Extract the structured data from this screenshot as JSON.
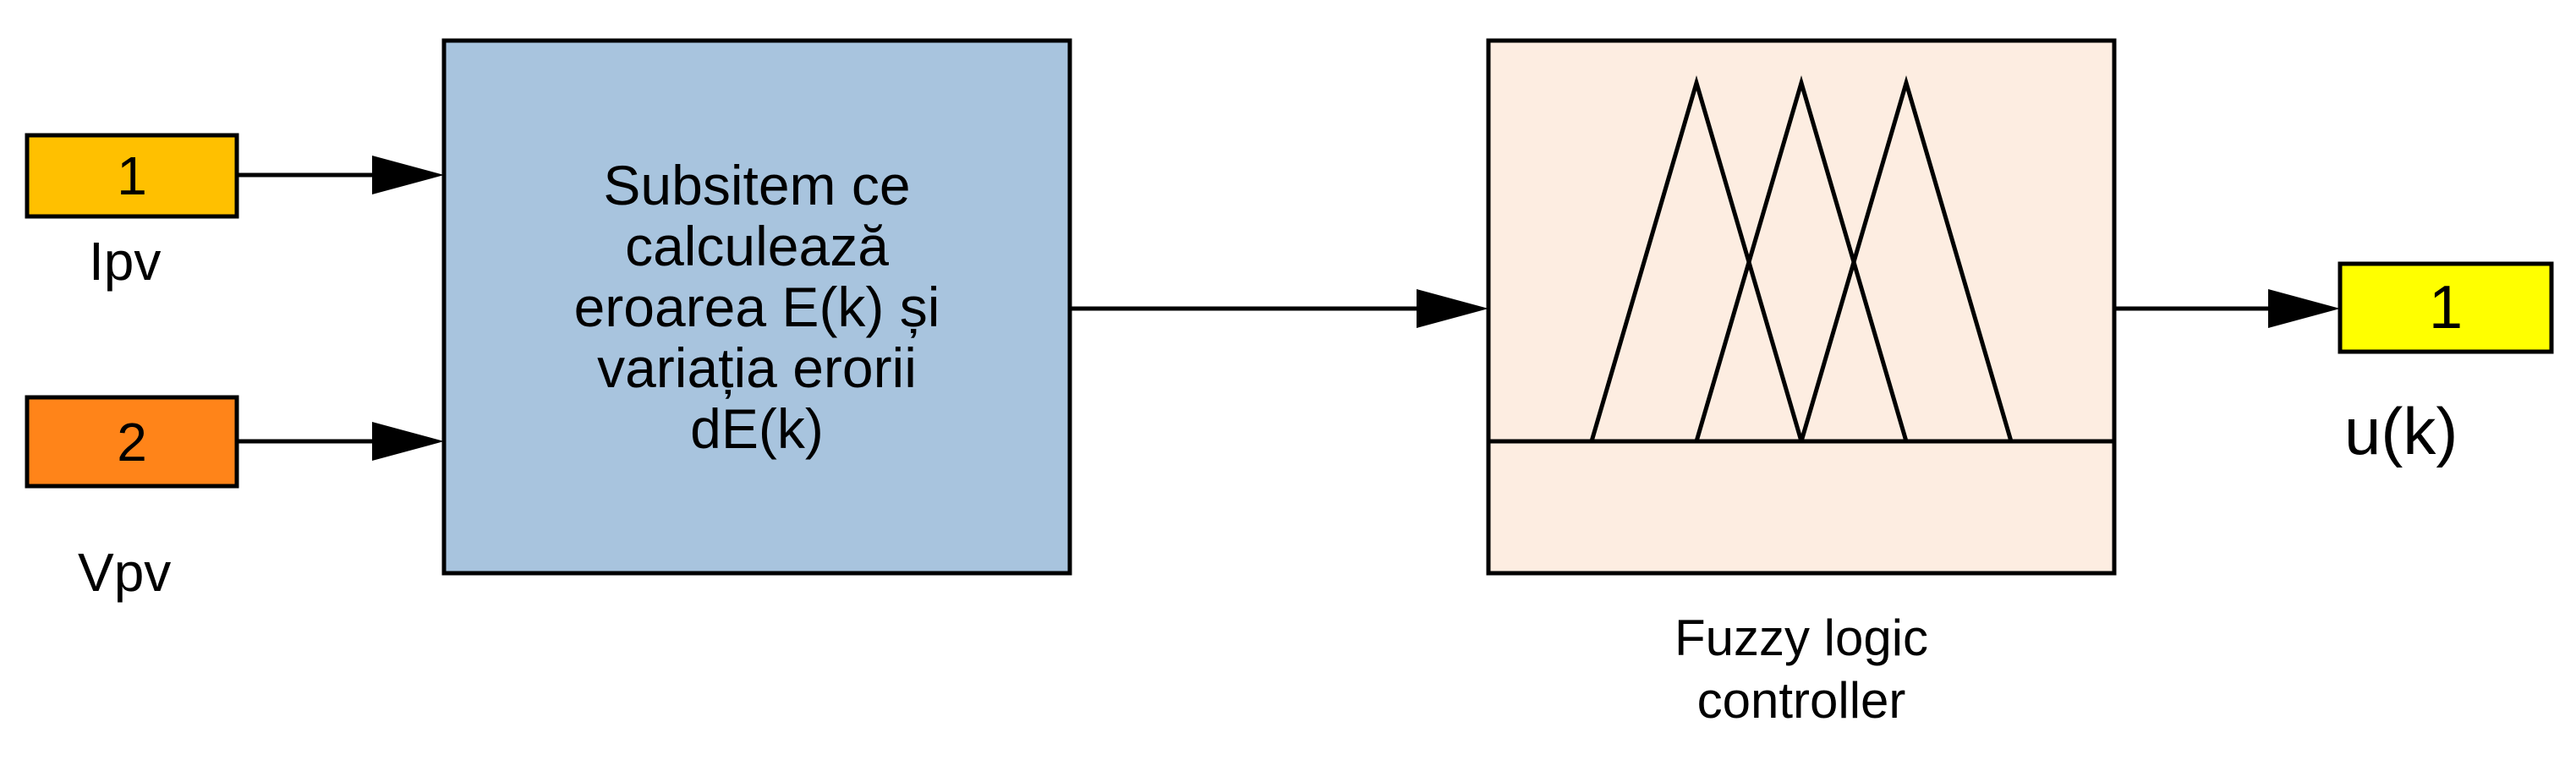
{
  "inputs": [
    {
      "number": "1",
      "label": "Ipv",
      "color": "#FFC000"
    },
    {
      "number": "2",
      "label": "Vpv",
      "color": "#FF8419"
    }
  ],
  "subsystem": {
    "lines": [
      "Subsitem ce",
      "calculează",
      "eroarea E(k) și",
      "variația erorii",
      "dE(k)"
    ],
    "color": "#A8C4DE"
  },
  "fuzzy_controller": {
    "caption_lines": [
      "Fuzzy logic",
      "controller"
    ],
    "color": "#FDEDE1"
  },
  "output": {
    "number": "1",
    "label": "u(k)",
    "color": "#FFFF00"
  }
}
